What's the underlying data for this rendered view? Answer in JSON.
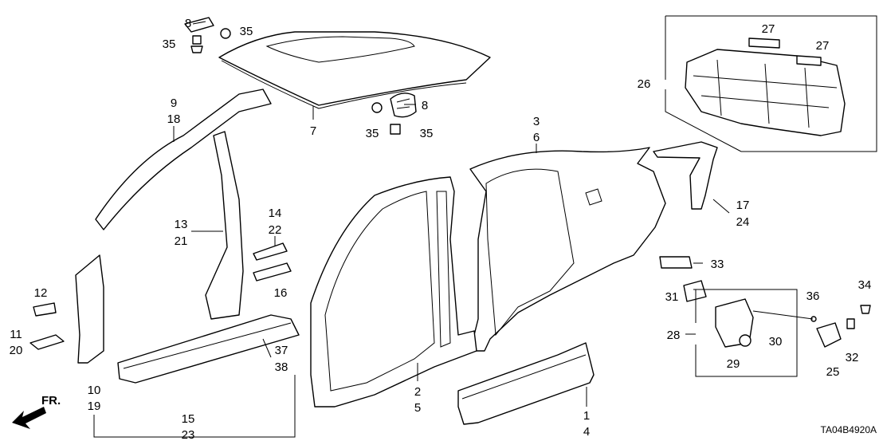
{
  "diagram": {
    "code": "TA04B4920A",
    "front_label": "FR.",
    "labels": {
      "p8a": "8",
      "p35a": "35",
      "p35b": "35",
      "p7": "7",
      "p8b": "8",
      "p35c": "35",
      "p35d": "35",
      "p9": "9",
      "p18": "18",
      "p3": "3",
      "p6": "6",
      "p26": "26",
      "p27a": "27",
      "p27b": "27",
      "p17": "17",
      "p24": "24",
      "p13": "13",
      "p21": "21",
      "p14": "14",
      "p22": "22",
      "p16": "16",
      "p12": "12",
      "p11": "11",
      "p20": "20",
      "p10": "10",
      "p19": "19",
      "p37": "37",
      "p38": "38",
      "p15": "15",
      "p23": "23",
      "p2": "2",
      "p5": "5",
      "p1": "1",
      "p4": "4",
      "p33": "33",
      "p31": "31",
      "p36": "36",
      "p34": "34",
      "p28": "28",
      "p30": "30",
      "p29": "29",
      "p25": "25",
      "p32": "32"
    }
  }
}
